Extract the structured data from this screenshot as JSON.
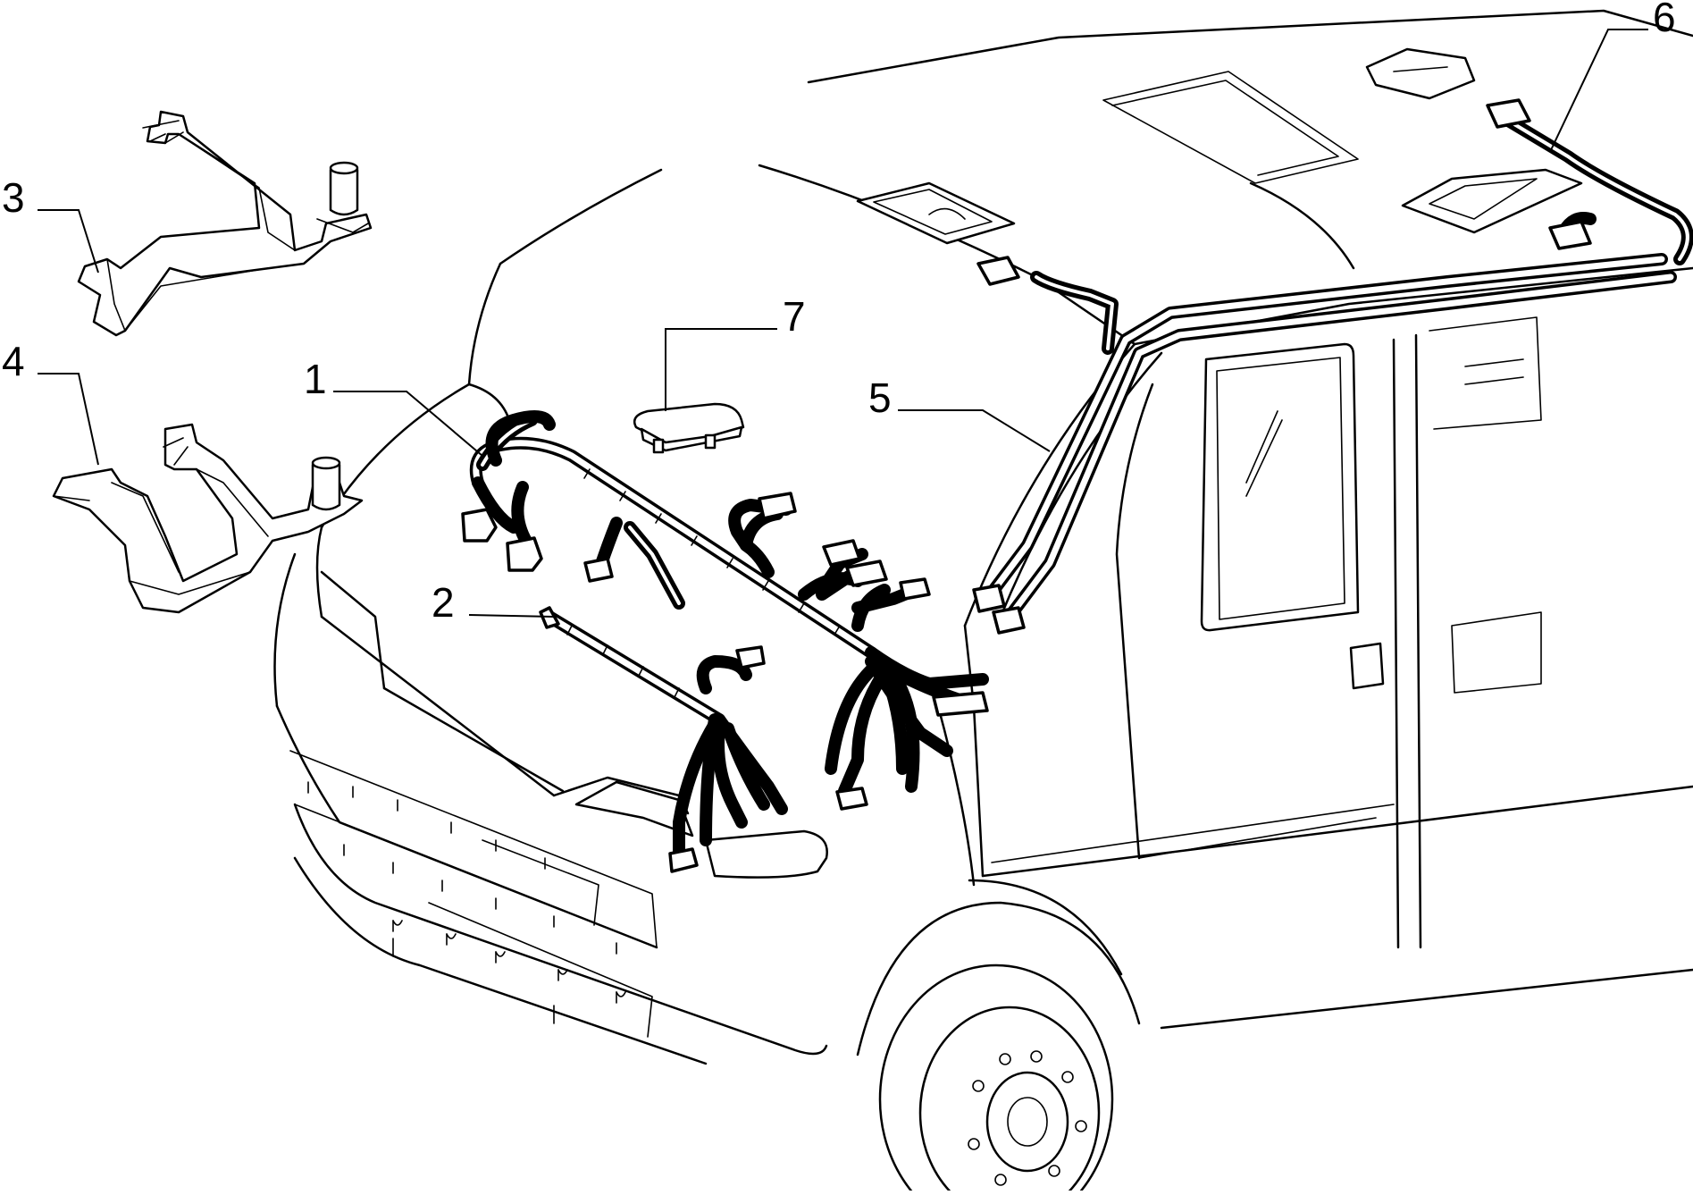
{
  "diagram": {
    "callouts": [
      {
        "id": "label-1",
        "text": "1"
      },
      {
        "id": "label-2",
        "text": "2"
      },
      {
        "id": "label-3",
        "text": "3"
      },
      {
        "id": "label-4",
        "text": "4"
      },
      {
        "id": "label-5",
        "text": "5"
      },
      {
        "id": "label-6",
        "text": "6"
      },
      {
        "id": "label-7",
        "text": "7"
      }
    ]
  }
}
